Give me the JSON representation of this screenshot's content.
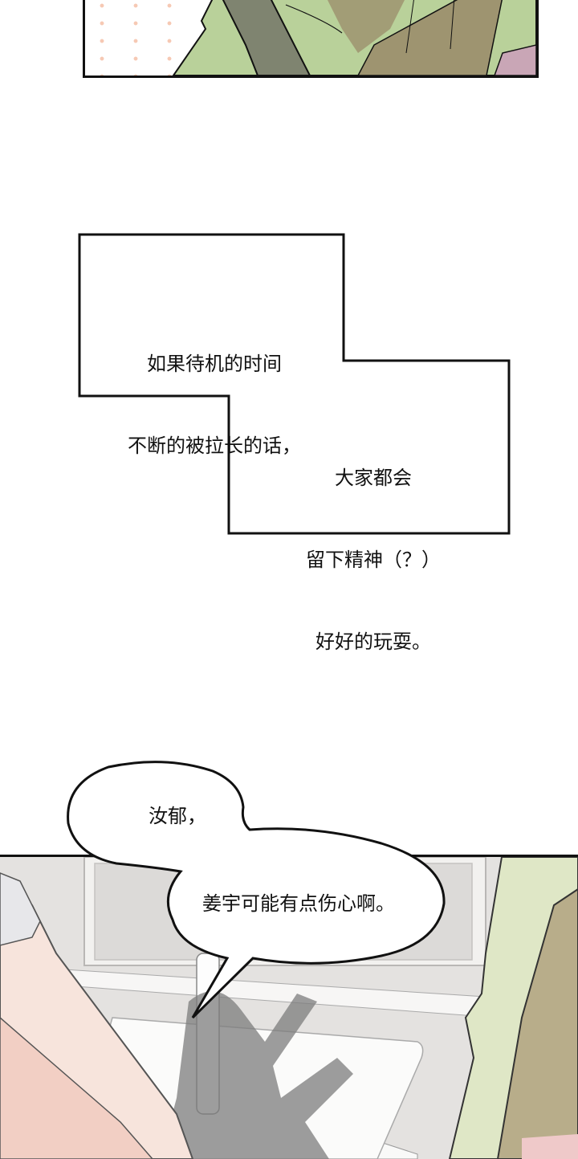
{
  "panels": {
    "top": {
      "description": "green shirt figure over dotted background",
      "colors": {
        "shirt": "#b9d19a",
        "shadow": "#7f8470",
        "tan": "#9e9470",
        "pink": "#c9a6b6",
        "dots": "#f6c9b4"
      }
    },
    "bottom": {
      "description": "sink scene with hands under running water",
      "colors": {
        "wall": "#e6e4e2",
        "sleeve": "#dfe7c6",
        "tan": "#b8ad8a",
        "skin": "#f5d8cf",
        "halftone": "#7c7c7c"
      }
    }
  },
  "caption_box": {
    "line_group_1": [
      "如果待机的时间",
      "不断的被拉长的话，"
    ],
    "line_group_2": [
      "大家都会",
      "留下精神（？）",
      "好好的玩耍。"
    ]
  },
  "speech_bubble": {
    "line_1": "汝郁，",
    "line_2": "姜宇可能有点伤心啊。"
  }
}
